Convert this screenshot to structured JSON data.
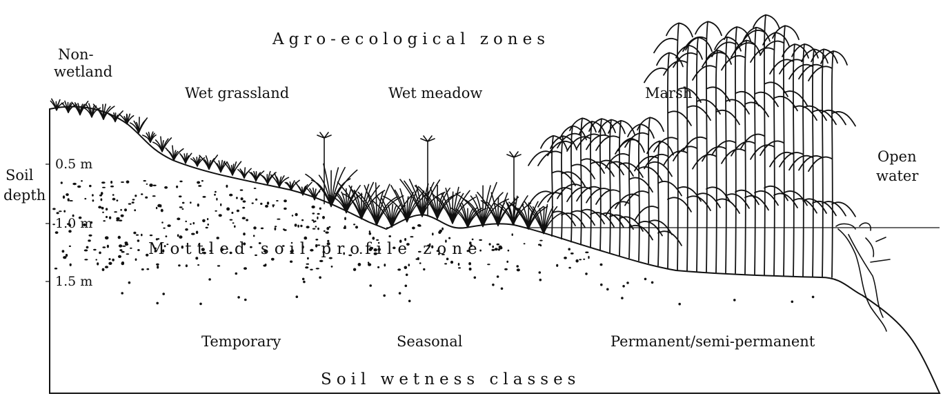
{
  "title_top": "Agro-ecological zones",
  "title_bottom": "Soil wetness classes",
  "zones": {
    "non_wetland_line1": "Non-",
    "non_wetland_line2": "wetland",
    "wet_grassland": "Wet grassland",
    "wet_meadow": "Wet meadow",
    "marsh": "Marsh",
    "open_water_line1": "Open",
    "open_water_line2": "water"
  },
  "soil_depth": {
    "label_line1": "Soil",
    "label_line2": "depth",
    "ticks": [
      "0.5 m",
      "1.0 m",
      "1.5 m"
    ]
  },
  "mottled_zone": "Mottled soil profile zone",
  "wetness_classes": {
    "temporary": "Temporary",
    "seasonal": "Seasonal",
    "permanent": "Permanent/semi-permanent"
  }
}
